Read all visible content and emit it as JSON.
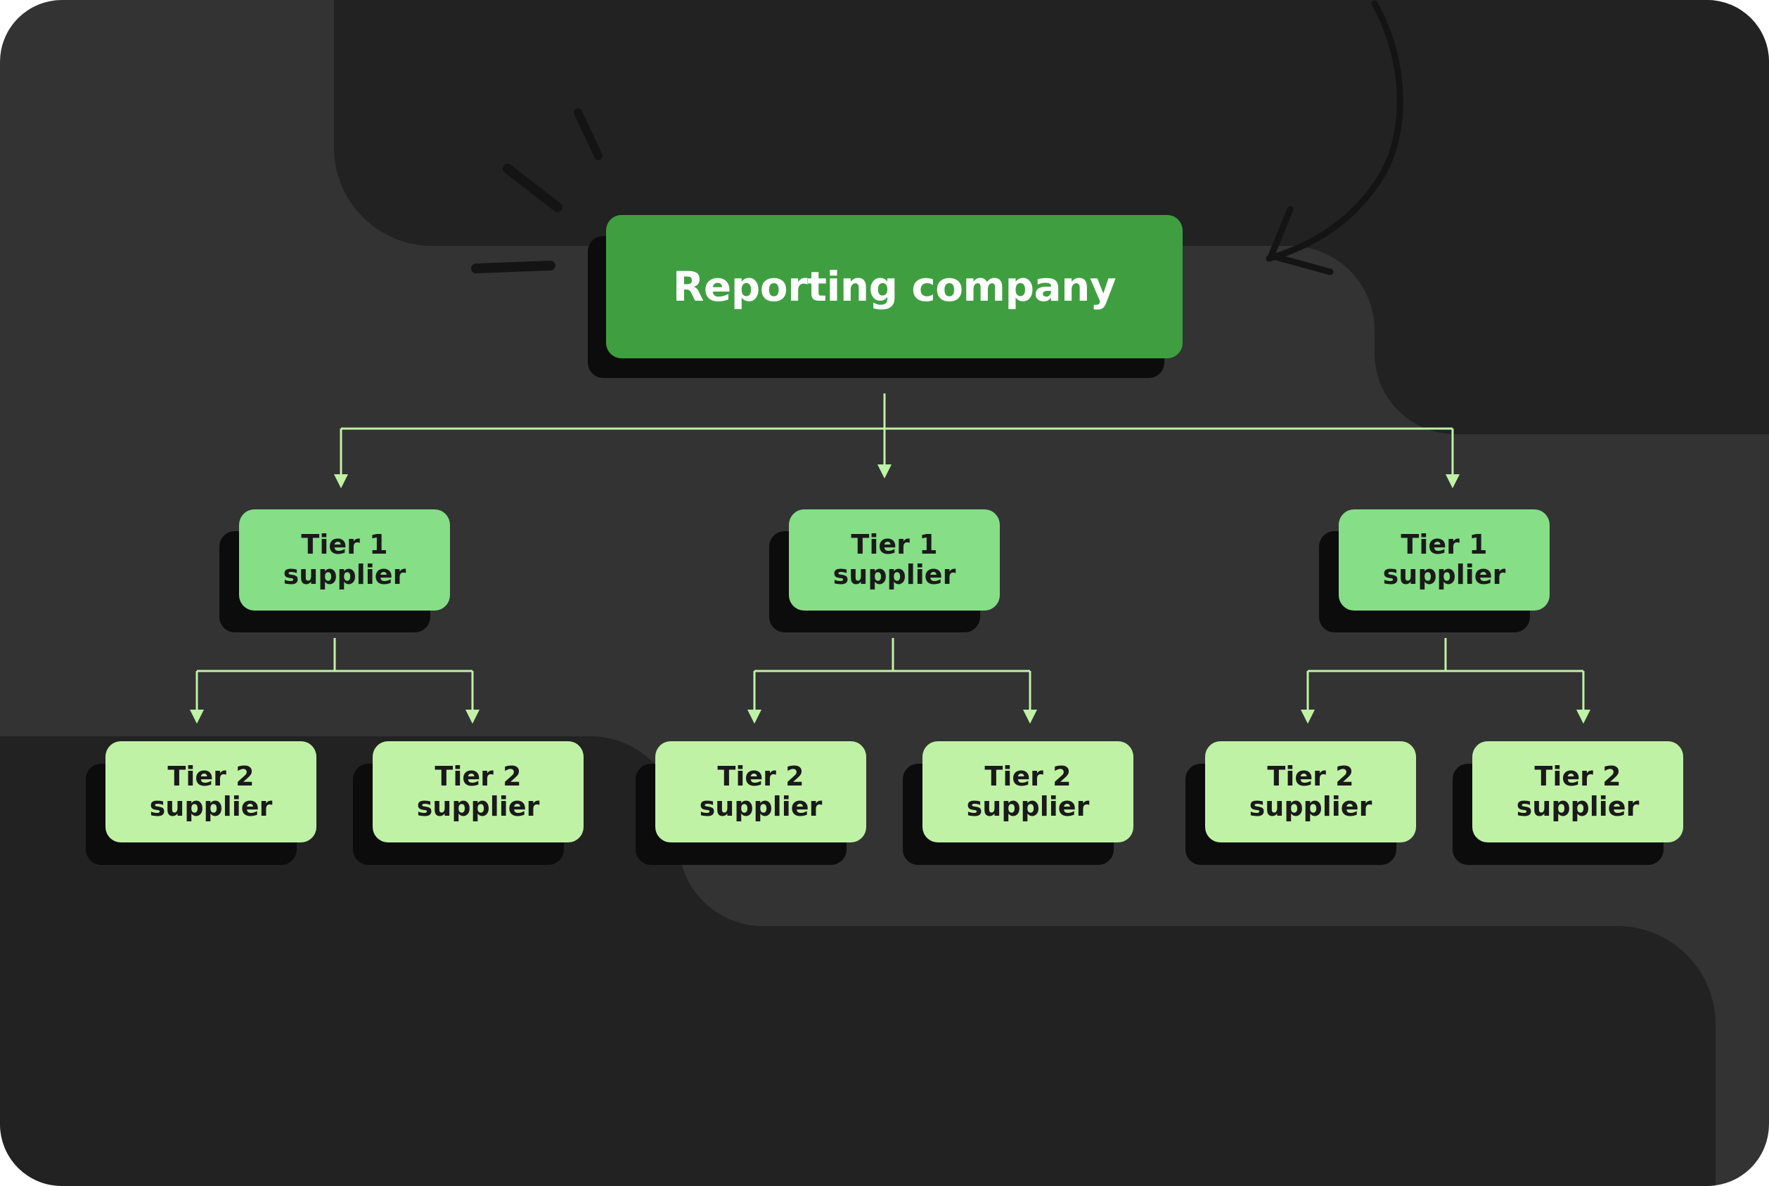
{
  "diagram": {
    "root": {
      "label": "Reporting company"
    },
    "tier1": [
      {
        "label_line1": "Tier 1",
        "label_line2": "supplier",
        "children": [
          {
            "label_line1": "Tier 2",
            "label_line2": "supplier"
          },
          {
            "label_line1": "Tier 2",
            "label_line2": "supplier"
          }
        ]
      },
      {
        "label_line1": "Tier 1",
        "label_line2": "supplier",
        "children": [
          {
            "label_line1": "Tier 2",
            "label_line2": "supplier"
          },
          {
            "label_line1": "Tier 2",
            "label_line2": "supplier"
          }
        ]
      },
      {
        "label_line1": "Tier 1",
        "label_line2": "supplier",
        "children": [
          {
            "label_line1": "Tier 2",
            "label_line2": "supplier"
          },
          {
            "label_line1": "Tier 2",
            "label_line2": "supplier"
          }
        ]
      }
    ]
  },
  "colors": {
    "background": "#333333",
    "background_dark": "#222222",
    "root_fill": "#3f9f40",
    "tier1_fill": "#86de87",
    "tier2_fill": "#c0f2a6",
    "connector": "#c0f2a6",
    "shadow": "#0c0c0c"
  }
}
